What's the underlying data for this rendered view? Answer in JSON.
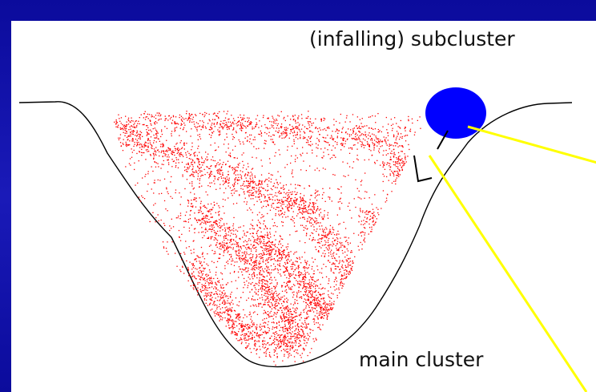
{
  "labels": {
    "subcluster": "(infalling) subcluster",
    "main_cluster": "main cluster"
  },
  "colors": {
    "background_border": "#1010a0",
    "panel": "#ffffff",
    "galaxies": "#ff0000",
    "subcluster": "#0000ff",
    "pointer_lines": "#ffff00",
    "potential_curve": "#000000"
  },
  "icons": {
    "subcluster_blob": "filled-ellipse",
    "main_cluster_galaxies": "point-cloud"
  }
}
